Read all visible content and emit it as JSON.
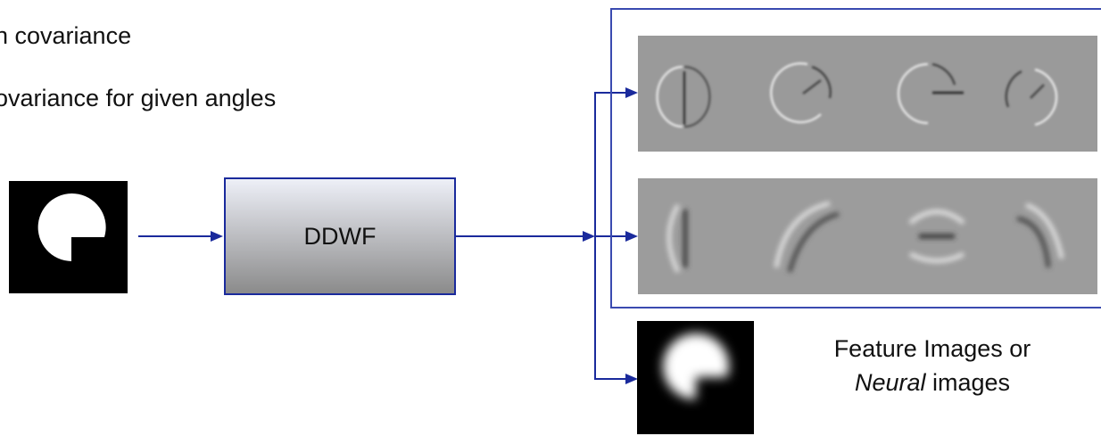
{
  "text_lines": [
    "n covariance",
    "ovariance for given angles"
  ],
  "ddwf_label": "DDWF",
  "caption": {
    "line1": "Feature Images or",
    "line2_italic": "Neural",
    "line2_rest": " images"
  },
  "colors": {
    "arrow": "#1a2a9c",
    "frame": "#3a4ab0",
    "box_border": "#1a2a9c",
    "box_top": "#eef0f8",
    "box_bottom": "#8c8c8c",
    "feature_gray": "#9a9a9a"
  }
}
